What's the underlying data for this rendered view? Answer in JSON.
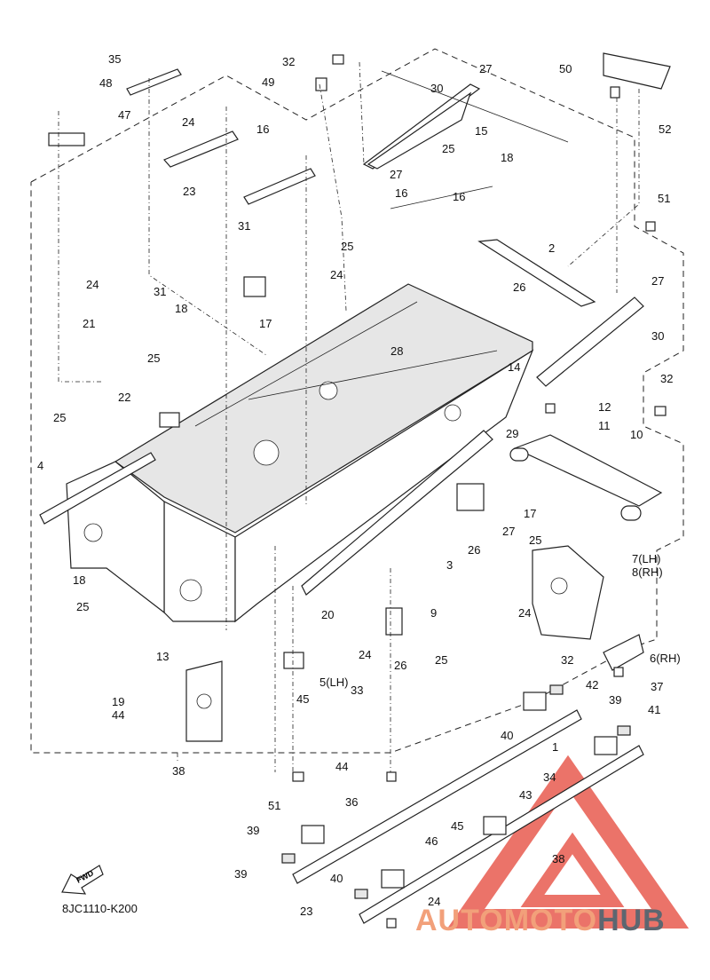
{
  "diagram_code": "8JC1110-K200",
  "fwd_label": "FWD",
  "watermark": {
    "part1": "AUTOMOTO",
    "part2": "HUB",
    "accent": "#f2a07a",
    "dark": "#5d6670",
    "triangle": "#e85a4f"
  },
  "callouts": [
    "35",
    "48",
    "47",
    "32",
    "49",
    "27",
    "30",
    "50",
    "52",
    "24",
    "15",
    "23",
    "25",
    "18",
    "27",
    "16",
    "51",
    "31",
    "16",
    "2",
    "21",
    "17",
    "26",
    "24",
    "27",
    "14",
    "30",
    "12",
    "22",
    "28",
    "32",
    "11",
    "10",
    "25",
    "4",
    "29",
    "17",
    "27",
    "26",
    "25",
    "7(LH)",
    "8(RH)",
    "18",
    "25",
    "3",
    "24",
    "20",
    "9",
    "13",
    "24",
    "26",
    "25",
    "33",
    "5(LH)",
    "6(RH)",
    "19",
    "44",
    "45",
    "32",
    "42",
    "37",
    "40",
    "39",
    "41",
    "1",
    "34",
    "38",
    "44",
    "43",
    "51",
    "39",
    "36",
    "45",
    "38",
    "39",
    "46",
    "40",
    "24",
    "23",
    "25",
    "16",
    "31",
    "24",
    "25",
    "18"
  ]
}
